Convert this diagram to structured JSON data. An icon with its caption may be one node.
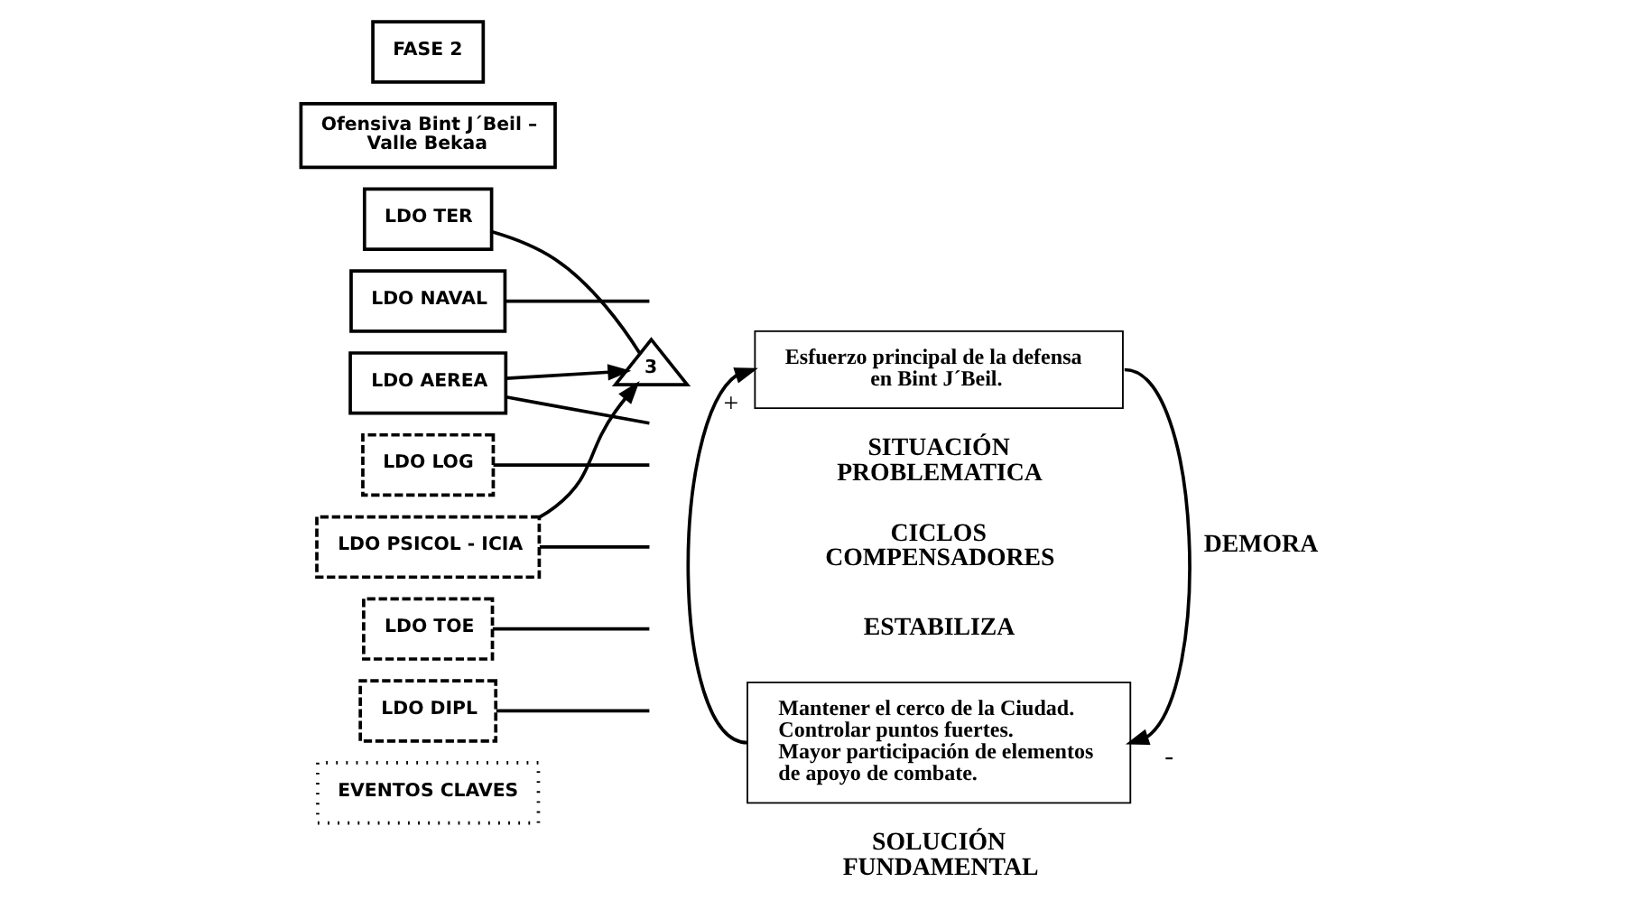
{
  "diagram": {
    "nodes": [
      {
        "text": [
          "FASE 2"
        ]
      },
      {
        "text": [
          "Ofensiva Bint J´Beil – Valle Bekaa"
        ]
      },
      {
        "text": [
          "LDO TER"
        ]
      },
      {
        "text": [
          "LDO NAVAL"
        ]
      },
      {
        "text": [
          "LDO AEREA"
        ]
      },
      {
        "text": [
          "LDO LOG"
        ]
      },
      {
        "text": [
          "LDO PSICOL - ICIA"
        ]
      },
      {
        "text": [
          "LDO TOE"
        ]
      },
      {
        "text": [
          "LDO DIPL"
        ]
      },
      {
        "text": [
          "EVENTOS CLAVES"
        ]
      },
      {
        "text": [
          "3"
        ]
      },
      {
        "text": [
          "Esfuerzo principal de la defensa en Bint J´Beil."
        ]
      },
      {
        "text": [
          "Mantener el cerco de la Ciudad.",
          "Controlar puntos fuertes.",
          "Mayor participación de elementos de apoyo de combate."
        ]
      }
    ],
    "edges": [
      {
        "from": 2,
        "to": 10,
        "arrow": "none"
      },
      {
        "from": 3,
        "to": null,
        "arrow": "none"
      },
      {
        "from": 4,
        "to": null,
        "arrow": "none"
      },
      {
        "from": 5,
        "to": null,
        "arrow": "none"
      },
      {
        "from": 6,
        "to": null,
        "arrow": "none"
      },
      {
        "from": 7,
        "to": null,
        "arrow": "none"
      },
      {
        "from": 8,
        "to": null,
        "arrow": "none"
      },
      {
        "from": 6,
        "to": 10,
        "arrow": "to"
      },
      {
        "from": 4,
        "to": 10,
        "arrow": "to"
      },
      {
        "from": 12,
        "to": 11,
        "label": "+",
        "arrow": "to"
      },
      {
        "from": 11,
        "to": 12,
        "label": "-",
        "arrow": "to"
      }
    ],
    "labels": [
      "SITUACIÓN PROBLEMATICA",
      "CICLOS COMPENSADORES",
      "DEMORA",
      "ESTABILIZA",
      "SOLUCIÓN FUNDAMENTAL"
    ]
  }
}
